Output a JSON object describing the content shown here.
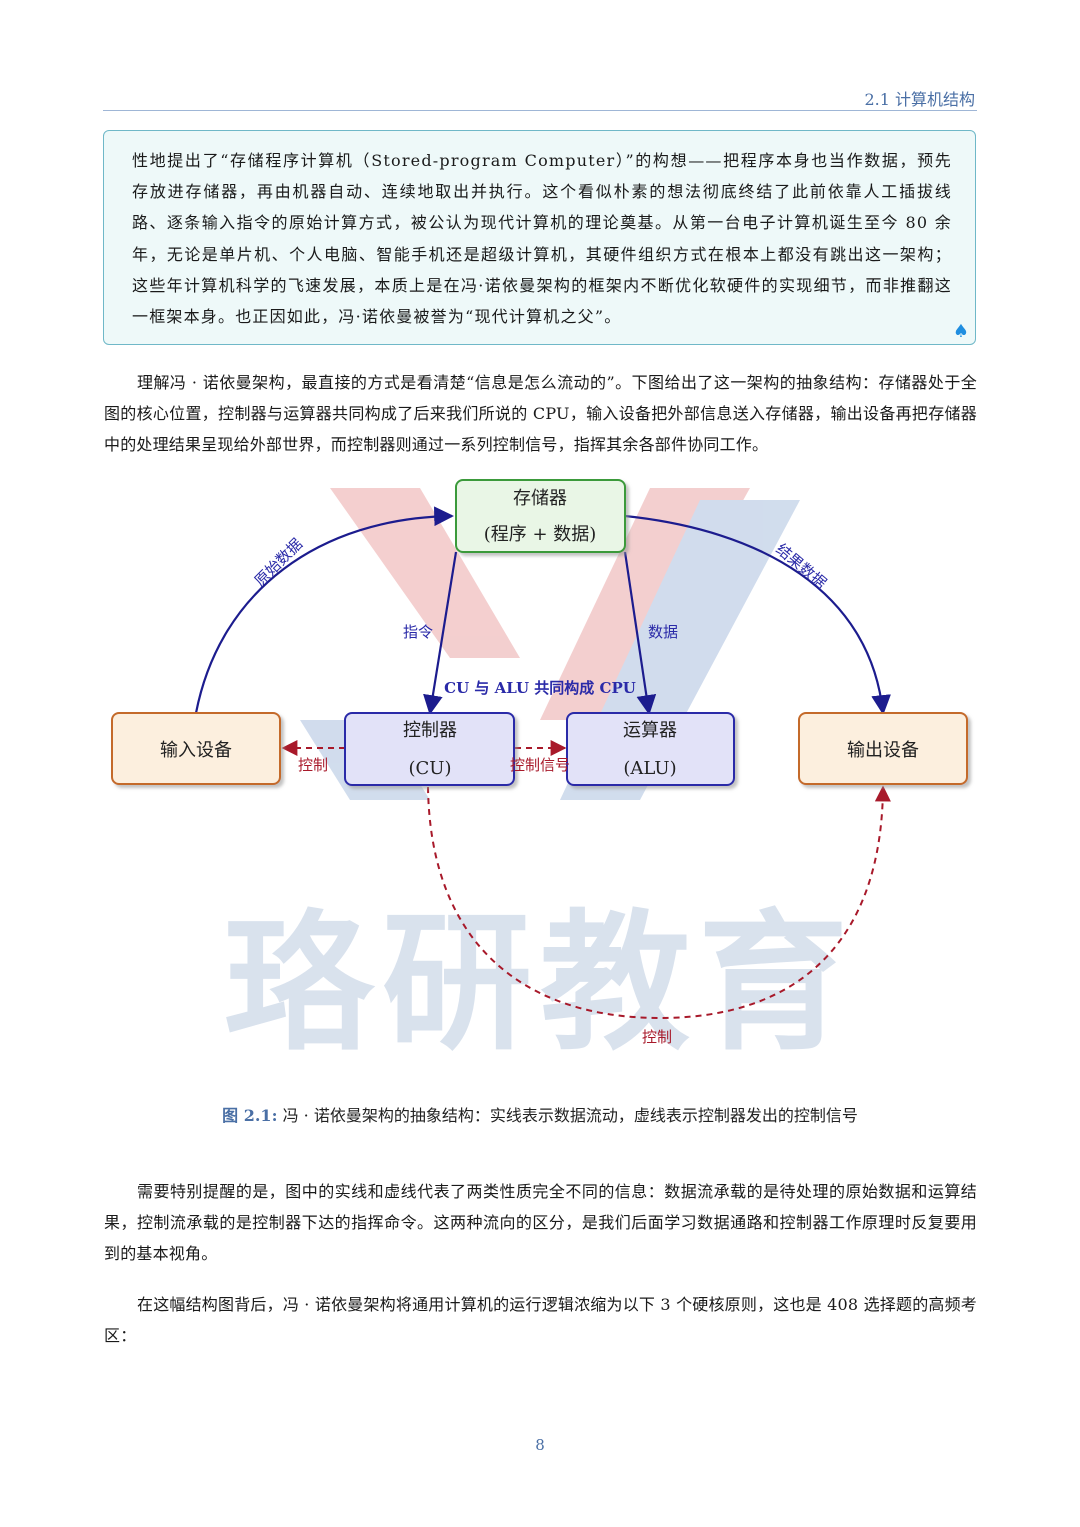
{
  "header": {
    "section_title": "2.1 计算机结构"
  },
  "note_box": {
    "text": "性地提出了“存储程序计算机（Stored-program Computer）”的构想——把程序本身也当作数据，预先存放进存储器，再由机器自动、连续地取出并执行。这个看似朴素的想法彻底终结了此前依靠人工插拔线路、逐条输入指令的原始计算方式，被公认为现代计算机的理论奠基。从第一台电子计算机诞生至今 80 余年，无论是单片机、个人电脑、智能手机还是超级计算机，其硬件组织方式在根本上都没有跳出这一架构；这些年计算机科学的飞速发展，本质上是在冯·诺依曼架构的框架内不断优化软硬件的实现细节，而非推翻这一框架本身。也正因如此，冯·诺依曼被誉为“现代计算机之父”。",
    "icon": "spade-icon"
  },
  "paragraph_1": "理解冯 · 诺依曼架构，最直接的方式是看清楚“信息是怎么流动的”。下图给出了这一架构的抽象结构：存储器处于全图的核心位置，控制器与运算器共同构成了后来我们所说的 CPU，输入设备把外部信息送入存储器，输出设备再把存储器中的处理结果呈现给外部世界，而控制器则通过一系列控制信号，指挥其余各部件协同工作。",
  "figure": {
    "watermark_text": "珞研教育",
    "nodes": {
      "memory": {
        "line1": "存储器",
        "line2": "(程序 + 数据)"
      },
      "input": {
        "label": "输入设备"
      },
      "output": {
        "label": "输出设备"
      },
      "controller": {
        "line1": "控制器",
        "line2": "(CU)"
      },
      "alu": {
        "line1": "运算器",
        "line2": "(ALU)"
      }
    },
    "edge_labels": {
      "raw_data": "原始数据",
      "result_data": "结果数据",
      "instruction": "指令",
      "data": "数据",
      "cpu_note": "CU 与 ALU 共同构成 CPU",
      "control_left": "控制",
      "control_signal": "控制信号",
      "control_bottom": "控制"
    },
    "colors": {
      "memory_border": "#3a9a3a",
      "memory_fill": "#e9f6e6",
      "io_border": "#c46a2c",
      "io_fill": "#fcefde",
      "cpu_border": "#2a2aa8",
      "cpu_fill": "#e2e2f8",
      "data_flow": "#1c1c8e",
      "control_flow": "#a8192a"
    }
  },
  "caption": {
    "label": "图 2.1:",
    "text": "冯 · 诺依曼架构的抽象结构：实线表示数据流动，虚线表示控制器发出的控制信号"
  },
  "paragraph_2": "需要特别提醒的是，图中的实线和虚线代表了两类性质完全不同的信息：数据流承载的是待处理的原始数据和运算结果，控制流承载的是控制器下达的指挥命令。这两种流向的区分，是我们后面学习数据通路和控制器工作原理时反复要用到的基本视角。",
  "paragraph_3": "在这幅结构图背后，冯 · 诺依曼架构将通用计算机的运行逻辑浓缩为以下 3 个硬核原则，这也是 408 选择题的高频考区：",
  "page_number": "8"
}
